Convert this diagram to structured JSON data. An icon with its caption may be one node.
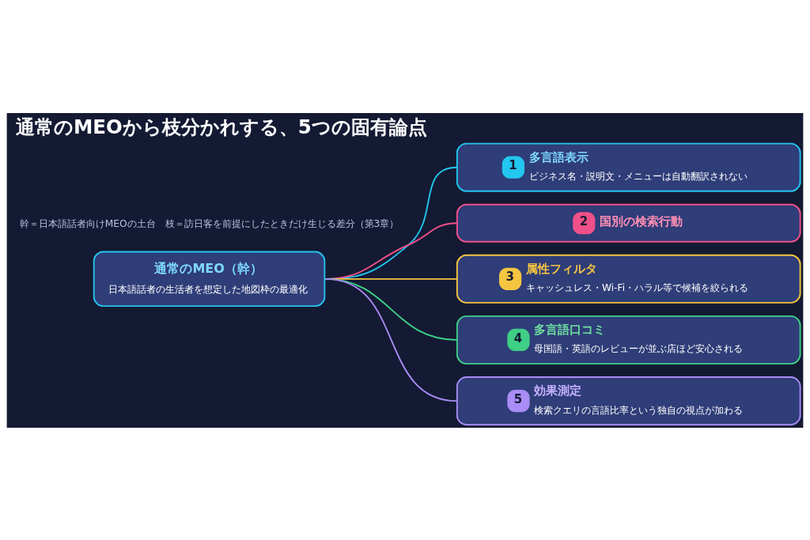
{
  "diagram": {
    "title": "通常のMEOから枝分かれする、5つの固有論点",
    "nodes": [
      {
        "text": [
          "通常のMEO（幹）",
          "日本語話者の生活者を想定した地図枠の最適化"
        ]
      },
      {
        "text": [
          "1",
          "多言語表示",
          "ビジネス名・説明文・メニューは自動翻訳されない"
        ]
      },
      {
        "text": [
          "2",
          "国別の検索行動"
        ]
      },
      {
        "text": [
          "3",
          "属性フィルタ",
          "キャッシュレス・Wi-Fi・ハラル等で候補を絞られる"
        ]
      },
      {
        "text": [
          "4",
          "多言語口コミ",
          "母国語・英語のレビューが並ぶ店ほど安心される"
        ]
      },
      {
        "text": [
          "5",
          "効果測定",
          "検索クエリの言語比率という独自の視点が加わる"
        ]
      }
    ],
    "edges": [
      {
        "from": 0,
        "to": 1,
        "arrow": "none",
        "color": "#22c6ee"
      },
      {
        "from": 0,
        "to": 2,
        "arrow": "none",
        "color": "#f0508a"
      },
      {
        "from": 0,
        "to": 3,
        "arrow": "none",
        "color": "#f5c542"
      },
      {
        "from": 0,
        "to": 4,
        "arrow": "none",
        "color": "#3fcf86"
      },
      {
        "from": 0,
        "to": 5,
        "arrow": "none",
        "color": "#a98cf5"
      }
    ],
    "labels": [
      "幹＝日本語話者向けMEOの土台　枝＝訪日客を前提にしたときだけ生じる差分（第3章）"
    ]
  }
}
